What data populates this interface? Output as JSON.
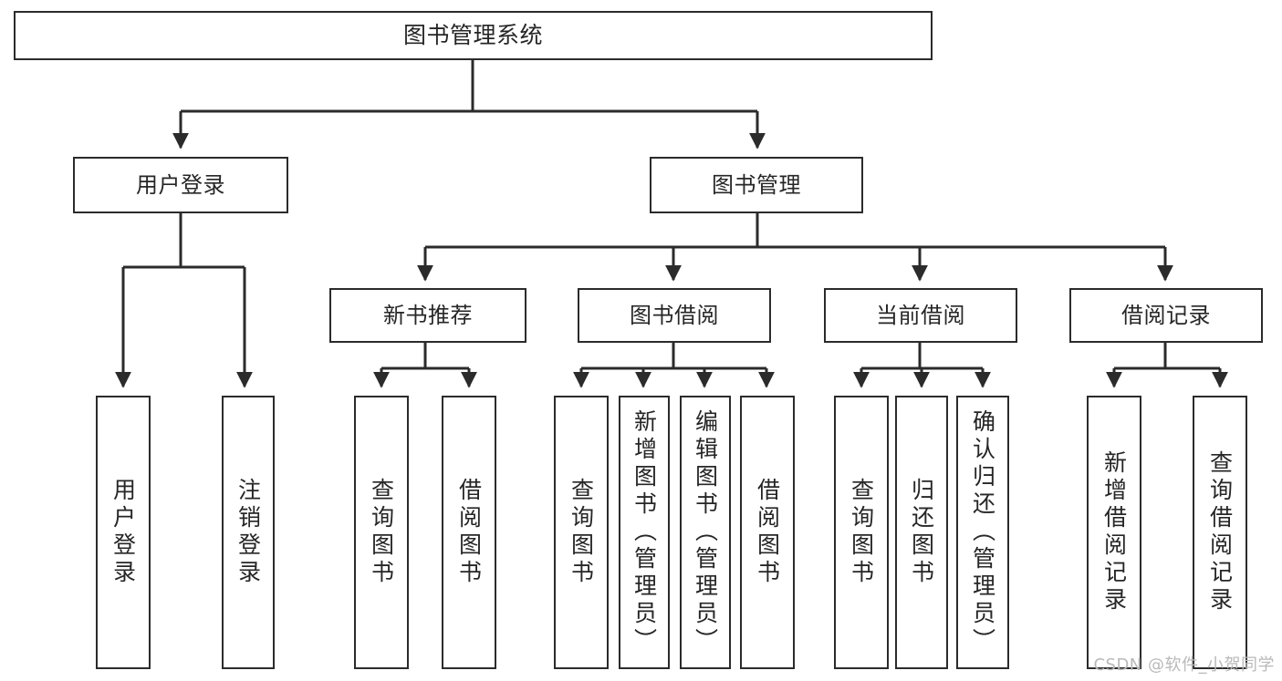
{
  "diagram": {
    "type": "tree",
    "title": "图书管理系统",
    "watermark": "CSDN @软件_小贺同学",
    "colors": {
      "border": "#2b2b2b",
      "background": "#ffffff",
      "text": "#262626",
      "watermark": "#b9b9b9"
    },
    "nodes": {
      "root": {
        "label": "图书管理系统"
      },
      "level2": [
        {
          "id": "user-login",
          "label": "用户登录"
        },
        {
          "id": "book-manage",
          "label": "图书管理"
        }
      ],
      "level3": [
        {
          "id": "new-book-recommend",
          "label": "新书推荐"
        },
        {
          "id": "book-borrow",
          "label": "图书借阅"
        },
        {
          "id": "current-borrow",
          "label": "当前借阅"
        },
        {
          "id": "borrow-record",
          "label": "借阅记录"
        }
      ],
      "leaves": [
        {
          "id": "leaf-user-login",
          "label": "用户登录",
          "parent": "user-login"
        },
        {
          "id": "leaf-logout",
          "label": "注销登录",
          "parent": "user-login"
        },
        {
          "id": "leaf-query-book-1",
          "label": "查询图书",
          "parent": "new-book-recommend"
        },
        {
          "id": "leaf-borrow-book-1",
          "label": "借阅图书",
          "parent": "new-book-recommend"
        },
        {
          "id": "leaf-query-book-2",
          "label": "查询图书",
          "parent": "book-borrow"
        },
        {
          "id": "leaf-add-book",
          "label": "新增图书（管理员）",
          "parent": "book-borrow"
        },
        {
          "id": "leaf-edit-book",
          "label": "编辑图书（管理员）",
          "parent": "book-borrow"
        },
        {
          "id": "leaf-borrow-book-2",
          "label": "借阅图书",
          "parent": "book-borrow"
        },
        {
          "id": "leaf-query-book-3",
          "label": "查询图书",
          "parent": "current-borrow"
        },
        {
          "id": "leaf-return-book",
          "label": "归还图书",
          "parent": "current-borrow"
        },
        {
          "id": "leaf-confirm-return",
          "label": "确认归还（管理员）",
          "parent": "current-borrow"
        },
        {
          "id": "leaf-add-record",
          "label": "新增借阅记录",
          "parent": "borrow-record"
        },
        {
          "id": "leaf-query-record",
          "label": "查询借阅记录",
          "parent": "borrow-record"
        }
      ]
    }
  }
}
